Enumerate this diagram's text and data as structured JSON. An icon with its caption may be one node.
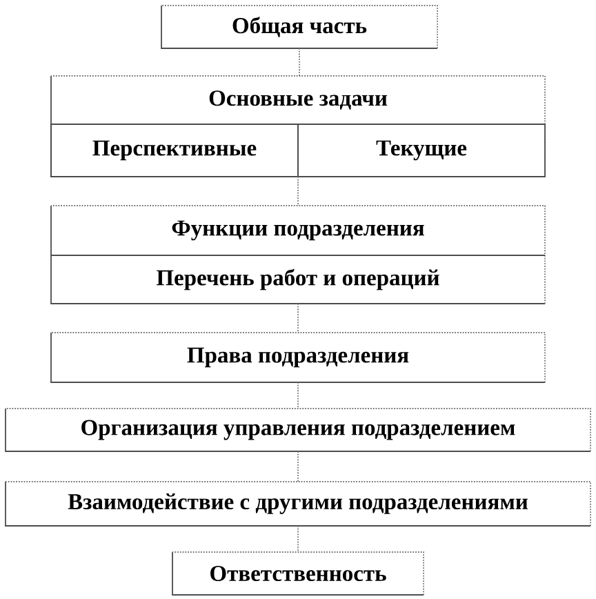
{
  "diagram": {
    "nodes": [
      {
        "text": [
          "Общая часть"
        ]
      },
      {
        "text": [
          "Основные задачи"
        ]
      },
      {
        "text": [
          "Перспективные"
        ],
        "in": 1
      },
      {
        "text": [
          "Текущие"
        ],
        "in": 1
      },
      {
        "text": [
          "Функции подразделения",
          "Перечень работ и операций"
        ]
      },
      {
        "text": [
          "Права подразделения"
        ]
      },
      {
        "text": [
          "Организация управления подразделением"
        ]
      },
      {
        "text": [
          "Взаимодействие с другими подразделениями"
        ]
      },
      {
        "text": [
          "Ответственность"
        ]
      }
    ],
    "edges": [
      {
        "from": 0,
        "to": 1,
        "arrow": "none"
      },
      {
        "from": 1,
        "to": 4,
        "arrow": "none"
      },
      {
        "from": 4,
        "to": 5,
        "arrow": "none"
      },
      {
        "from": 5,
        "to": 6,
        "arrow": "none"
      },
      {
        "from": 6,
        "to": 7,
        "arrow": "none"
      },
      {
        "from": 7,
        "to": 8,
        "arrow": "none"
      }
    ]
  }
}
